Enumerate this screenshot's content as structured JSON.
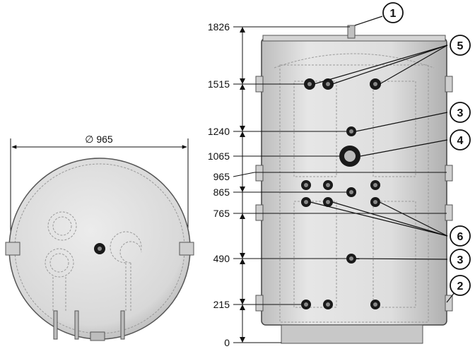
{
  "top_view": {
    "diameter_label": "∅ 965"
  },
  "side_view": {
    "heights": [
      {
        "label": "1826"
      },
      {
        "label": "1515"
      },
      {
        "label": "1240"
      },
      {
        "label": "1065"
      },
      {
        "label": "965"
      },
      {
        "label": "865"
      },
      {
        "label": "765"
      },
      {
        "label": "490"
      },
      {
        "label": "215"
      },
      {
        "label": "0"
      }
    ],
    "callouts": [
      {
        "number": "1"
      },
      {
        "number": "5"
      },
      {
        "number": "3"
      },
      {
        "number": "4"
      },
      {
        "number": "6"
      },
      {
        "number": "3"
      },
      {
        "number": "2"
      }
    ]
  },
  "colors": {
    "tank_body": "#dcdcdc",
    "tank_shade": "#b8b8b8",
    "port": "#1a1a1a",
    "line": "#111111"
  }
}
